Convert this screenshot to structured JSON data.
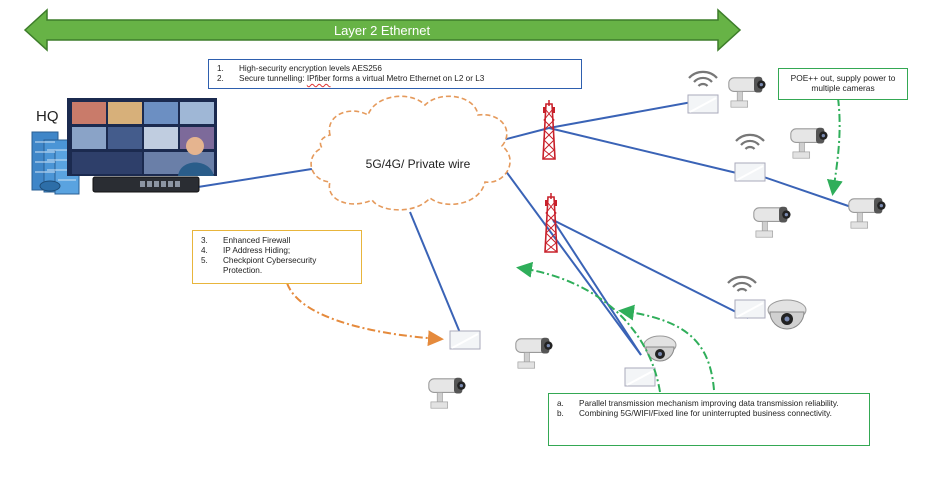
{
  "banner": {
    "label": "Layer 2 Ethernet",
    "color": "#67b346"
  },
  "hq_label": "HQ",
  "cloud_label": "5G/4G/ Private wire",
  "security_box": {
    "items": [
      {
        "num": "1.",
        "text": "High-security encryption levels AES256"
      },
      {
        "num": "2.",
        "pre": "Secure tunnelling: ",
        "highlight": "IPfiber",
        "post": " forms a virtual Metro Ethernet on L2 or L3"
      }
    ]
  },
  "firewall_box": {
    "items": [
      {
        "num": "3.",
        "text": "Enhanced Firewall"
      },
      {
        "num": "4.",
        "text": "IP Address Hiding;"
      },
      {
        "num": "5.",
        "text": "Checkpiont Cybersecurity Protection."
      }
    ]
  },
  "transmission_box": {
    "items": [
      {
        "num": "a.",
        "text": "Parallel transmission mechanism improving data transmission reliability."
      },
      {
        "num": "b.",
        "text": "Combining 5G/WIFI/Fixed line for uninterrupted business connectivity."
      }
    ]
  },
  "poe_box": {
    "text": "POE++ out, supply power to multiple cameras"
  },
  "colors": {
    "link": "#3a63b6",
    "cloud": "#e59a5c",
    "orange_arrow": "#e58a3c",
    "green_arrow": "#2fae5a",
    "tower": "#c8202a"
  }
}
